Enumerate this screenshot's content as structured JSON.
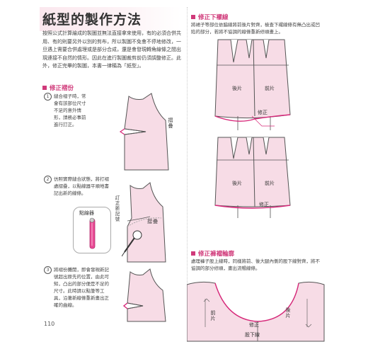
{
  "title": "紙型的製作方法",
  "intro": "按照公式計算繪成的製圖並無法直接拿來使用，有的必須合併共用、有的則要另外以別的剪布，所以製圖不免會不停地修改，一旦遇上需要合併處理或是部分合成，還是會發現轉角線條之間出現連接不自然的情形。因此在進行製圖裁剪前仍須調整修正。此外，修正完畢的製圖，本書一律稱為「紙型」。",
  "sections": {
    "dart": "修正褶份",
    "hem": "修正下襬線",
    "crotch": "修正褲襠輪廓"
  },
  "steps": [
    {
      "num": "1",
      "text": "縫合褶子時，常會有該部位尺寸不足的意外情形，請務必事前進行訂正。"
    },
    {
      "num": "2",
      "text": "仿照實際縫合狀態，將打褶處摺疊，以點線器平順地書記出新的線條。"
    },
    {
      "num": "3",
      "text": "將褶份攤開，即會發現新記號超出原先的位置，由此可知，凸出的部分便是不足的尺寸。此時請以點筆等工具，沿著新線條重新畫出正確的曲線。"
    }
  ],
  "hem_text": "將裙子等部位依脇線將前後片對齊，檢查下襬線條有無凸出或凹陷的部分，若將不協調的線條重新修順畫上。",
  "crotch_text": "處理褲子股上線時，同樣將前、後大腿內側的股下線對齊，將不協調的部分修順，畫出流暢線條。",
  "labels": {
    "fold": "摺疊",
    "tracer": "點線器",
    "correction_mark": "訂正新記號",
    "back": "後片",
    "front": "前片",
    "correct": "修正",
    "inseam": "股下線"
  },
  "page_number": "110",
  "colors": {
    "accent": "#d03a7a",
    "pattern_fill": "#f7dce6",
    "correction": "#d8287a"
  }
}
